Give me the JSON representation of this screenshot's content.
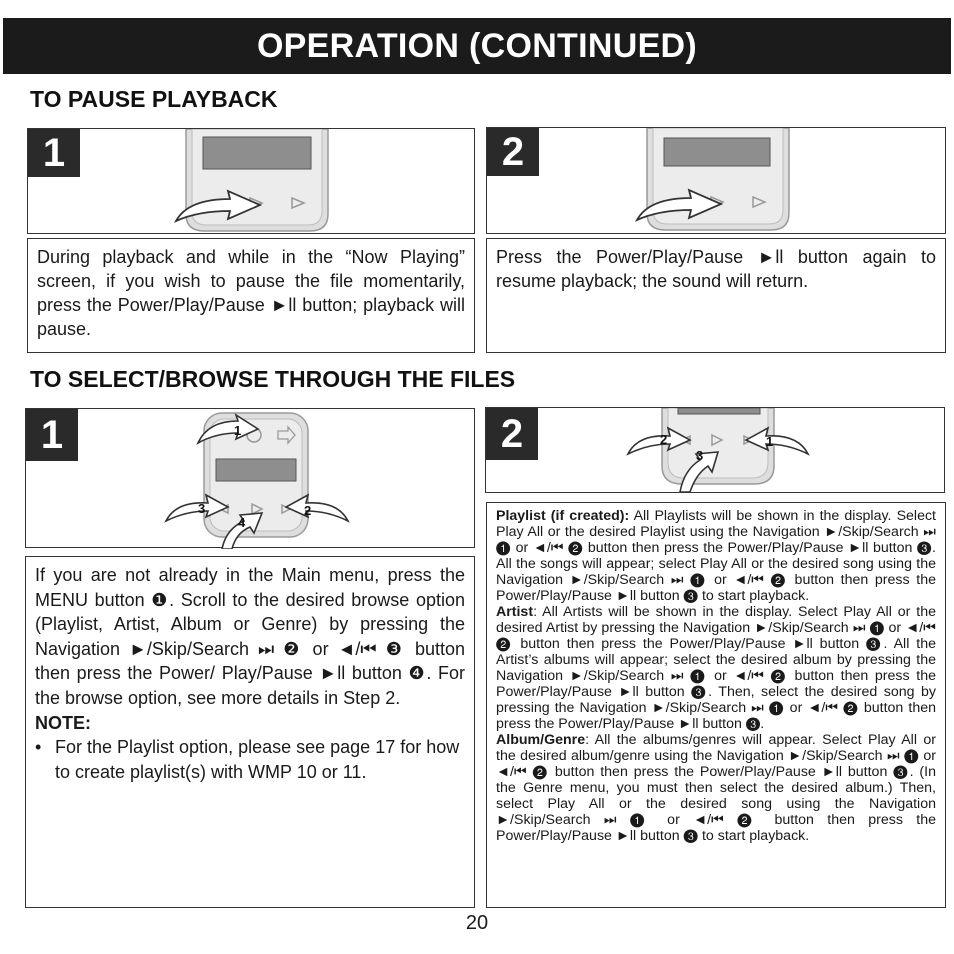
{
  "banner": {
    "title": "OPERATION (CONTINUED)"
  },
  "sections": {
    "pause": {
      "heading": "TO PAUSE PLAYBACK"
    },
    "select": {
      "heading": "TO SELECT/BROWSE THROUGH THE FILES"
    }
  },
  "pause_steps": {
    "step1": {
      "number": "1",
      "text": "During playback and while in the “Now Playing” screen, if you wish to pause the file momentarily, press the Power/Play/Pause ►ll button; playback will pause."
    },
    "step2": {
      "number": "2",
      "text": "Press the Power/Play/Pause ►ll button again to resume playback; the sound will return."
    }
  },
  "select_steps": {
    "step1": {
      "number": "1",
      "callouts": [
        "1",
        "2",
        "3",
        "4"
      ],
      "text": "If you are not already in the Main menu, press the MENU button ❶. Scroll to the desired browse option (Playlist, Artist, Album or Genre) by pressing the Navigation ►/Skip/Search ⏭ ❷ or ◄/⏮ ❸ button then press the Power/ Play/Pause ►ll button ❹. For the browse option, see more details in Step 2.",
      "note_label": "NOTE:",
      "note_bullet": "For the Playlist option, please see page 17 for how to create playlist(s) with WMP 10 or 11."
    },
    "step2": {
      "number": "2",
      "callouts": [
        "2",
        "3",
        "1"
      ],
      "playlist_label": "Playlist (if created):",
      "playlist_text": " All Playlists will be shown in the display. Select Play All or the desired Playlist using the Navigation ►/Skip/Search ⏭ ❶ or ◄/⏮ ❷ button then press the Power/Play/Pause ►ll button ❸. All the songs will appear; select Play All or the desired song using the Navigation ►/Skip/Search ⏭ ❶ or ◄/⏮ ❷ button then press the Power/Play/Pause ►ll button ❸ to start playback.",
      "artist_label": "Artist",
      "artist_text": ": All Artists will be shown in the display. Select Play All or the desired Artist by pressing the Navigation ►/Skip/Search ⏭ ❶ or ◄/⏮ ❷ button then press the Power/Play/Pause ►ll button ❸. All the Artist’s albums will appear; select the desired album by pressing the Navigation ►/Skip/Search ⏭ ❶ or ◄/⏮ ❷ button then press the Power/Play/Pause ►ll button ❸. Then, select the desired song by pressing the Navigation ►/Skip/Search ⏭ ❶ or ◄/⏮ ❷ button then press the Power/Play/Pause ►ll button ❸.",
      "album_label": "Album/Genre",
      "album_text": ": All the albums/genres will appear. Select Play All or the desired album/genre using the Navigation ►/Skip/Search ⏭ ❶ or ◄/⏮ ❷ button then press the Power/Play/Pause ►ll button ❸. (In the Genre menu, you must then select the desired album.) Then, select Play All or the desired song using the Navigation ►/Skip/Search ⏭ ❶ or ◄/⏮ ❷ button then press the Power/Play/Pause ►ll button ❸ to start playback."
    }
  },
  "footer": {
    "page_number": "20"
  },
  "colors": {
    "banner_bg": "#1b1b1b",
    "device_body": "#dcdcdc",
    "screen": "#8e8e8e"
  }
}
